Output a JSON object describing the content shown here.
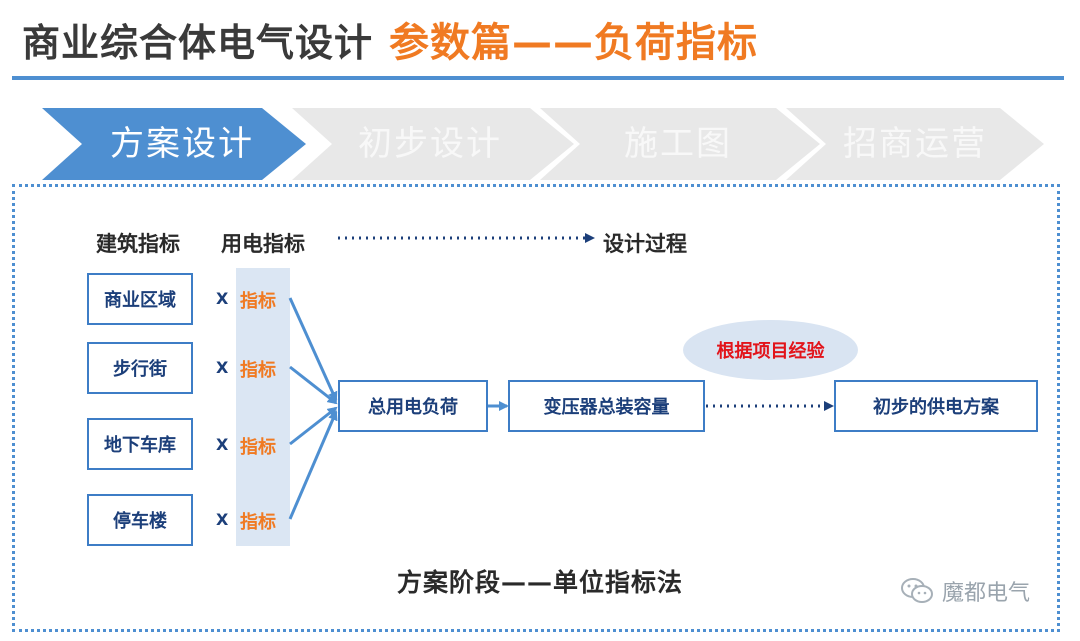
{
  "title": {
    "main": "商业综合体电气设计",
    "accent": "参数篇——负荷指标"
  },
  "stages": [
    {
      "label": "方案设计",
      "active": true
    },
    {
      "label": "初步设计",
      "active": false
    },
    {
      "label": "施工图",
      "active": false
    },
    {
      "label": "招商运营",
      "active": false
    }
  ],
  "colors": {
    "active_stage": "#4e8fd1",
    "inactive_stage": "#e8e8e8",
    "accent": "#f07a22",
    "arrow": "#4e8fd1",
    "highlight_text": "#e2141b"
  },
  "headers": {
    "building_index": "建筑指标",
    "power_index": "用电指标",
    "design_process": "设计过程"
  },
  "areas": [
    {
      "name": "商业区域",
      "multiplier": "X",
      "index": "指标"
    },
    {
      "name": "步行街",
      "multiplier": "X",
      "index": "指标"
    },
    {
      "name": "地下车库",
      "multiplier": "X",
      "index": "指标"
    },
    {
      "name": "停车楼",
      "multiplier": "X",
      "index": "指标"
    }
  ],
  "flow": {
    "total_load": "总用电负荷",
    "transformer_capacity": "变压器总装容量",
    "preliminary_scheme": "初步的供电方案",
    "experience_note": "根据项目经验"
  },
  "caption": "方案阶段——单位指标法",
  "watermark": {
    "icon": "wechat-icon",
    "text": "魔都电气"
  }
}
